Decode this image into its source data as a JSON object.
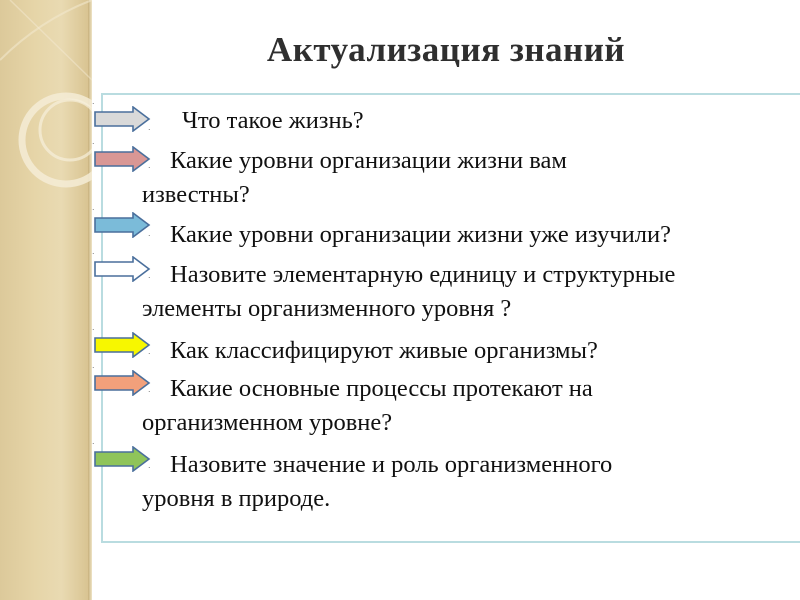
{
  "slide": {
    "title": "Актуализация знаний",
    "questions": [
      {
        "lines": [
          "Что такое жизнь?"
        ],
        "arrow_color": "#d9d9d9"
      },
      {
        "lines": [
          "Какие уровни организации жизни вам",
          "известны?"
        ],
        "arrow_color": "#d99795"
      },
      {
        "lines": [
          "Какие уровни организации жизни уже изучили?"
        ],
        "arrow_color": "#7bbbd9"
      },
      {
        "lines": [
          "Назовите элементарную единицу и структурные",
          "элементы организменного уровня ?"
        ],
        "arrow_color": "#ffffff"
      },
      {
        "lines": [
          "Как классифицируют живые организмы?"
        ],
        "arrow_color": "#f7f700"
      },
      {
        "lines": [
          "Какие основные процессы протекают на",
          "организменном уровне?"
        ],
        "arrow_color": "#f2a07b"
      },
      {
        "lines": [
          "Назовите значение и роль организменного",
          "уровня в природе."
        ],
        "arrow_color": "#8fc45a"
      }
    ]
  },
  "colors": {
    "band": "#e6d5a8",
    "box_border": "#b9dce0",
    "arrow_outline": "#4a6f9c"
  }
}
